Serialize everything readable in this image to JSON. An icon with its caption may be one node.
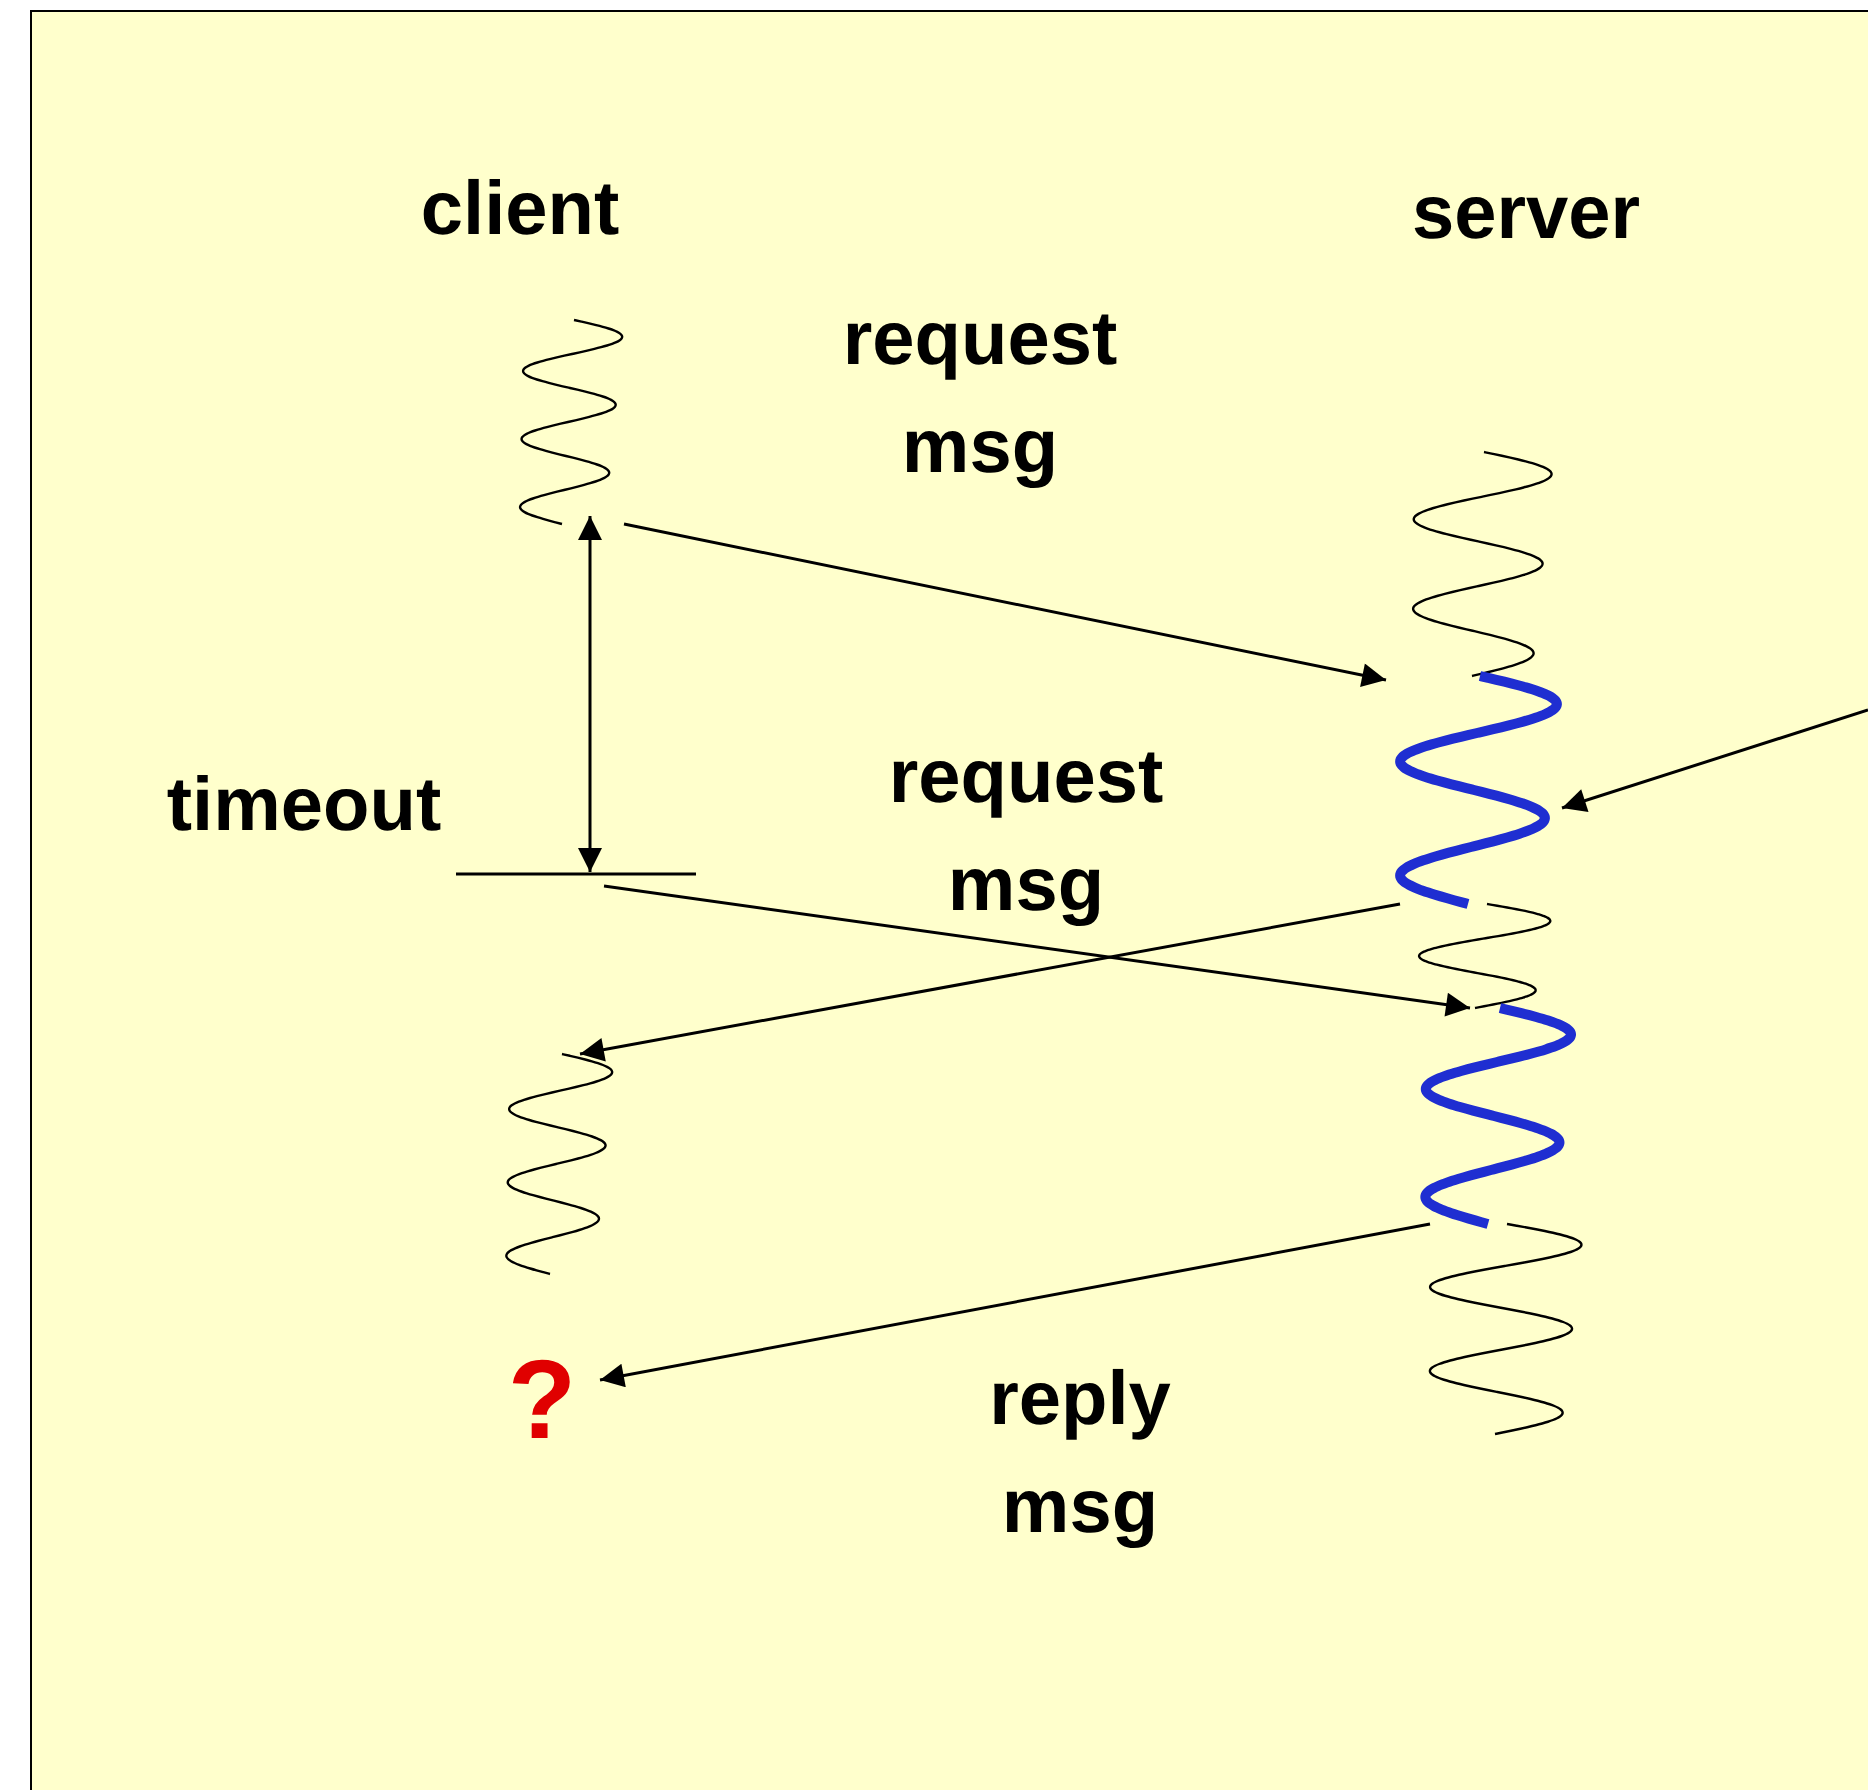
{
  "diagram": {
    "nodes": [
      {
        "text": [],
        "shape": "wave"
      },
      {
        "text": [],
        "shape": "wave"
      },
      {
        "text": [],
        "shape": "wave"
      },
      {
        "text": [],
        "shape": "wave"
      },
      {
        "text": [],
        "shape": "wave"
      },
      {
        "text": [],
        "shape": "wave"
      },
      {
        "text": [],
        "shape": "wave"
      },
      {
        "text": [
          "?"
        ]
      }
    ],
    "edges": [
      {
        "from": 0,
        "to": 2,
        "arrow": "to",
        "label": "request msg"
      },
      {
        "from": null,
        "to": 2,
        "arrow": "to"
      },
      {
        "from": 2,
        "to": 6,
        "arrow": "to"
      },
      {
        "from": null,
        "to": 4,
        "arrow": "to",
        "label": "request msg"
      },
      {
        "from": 4,
        "to": 7,
        "arrow": "to",
        "label": "reply msg"
      }
    ],
    "labels": [
      "client",
      "server",
      "timeout"
    ]
  }
}
